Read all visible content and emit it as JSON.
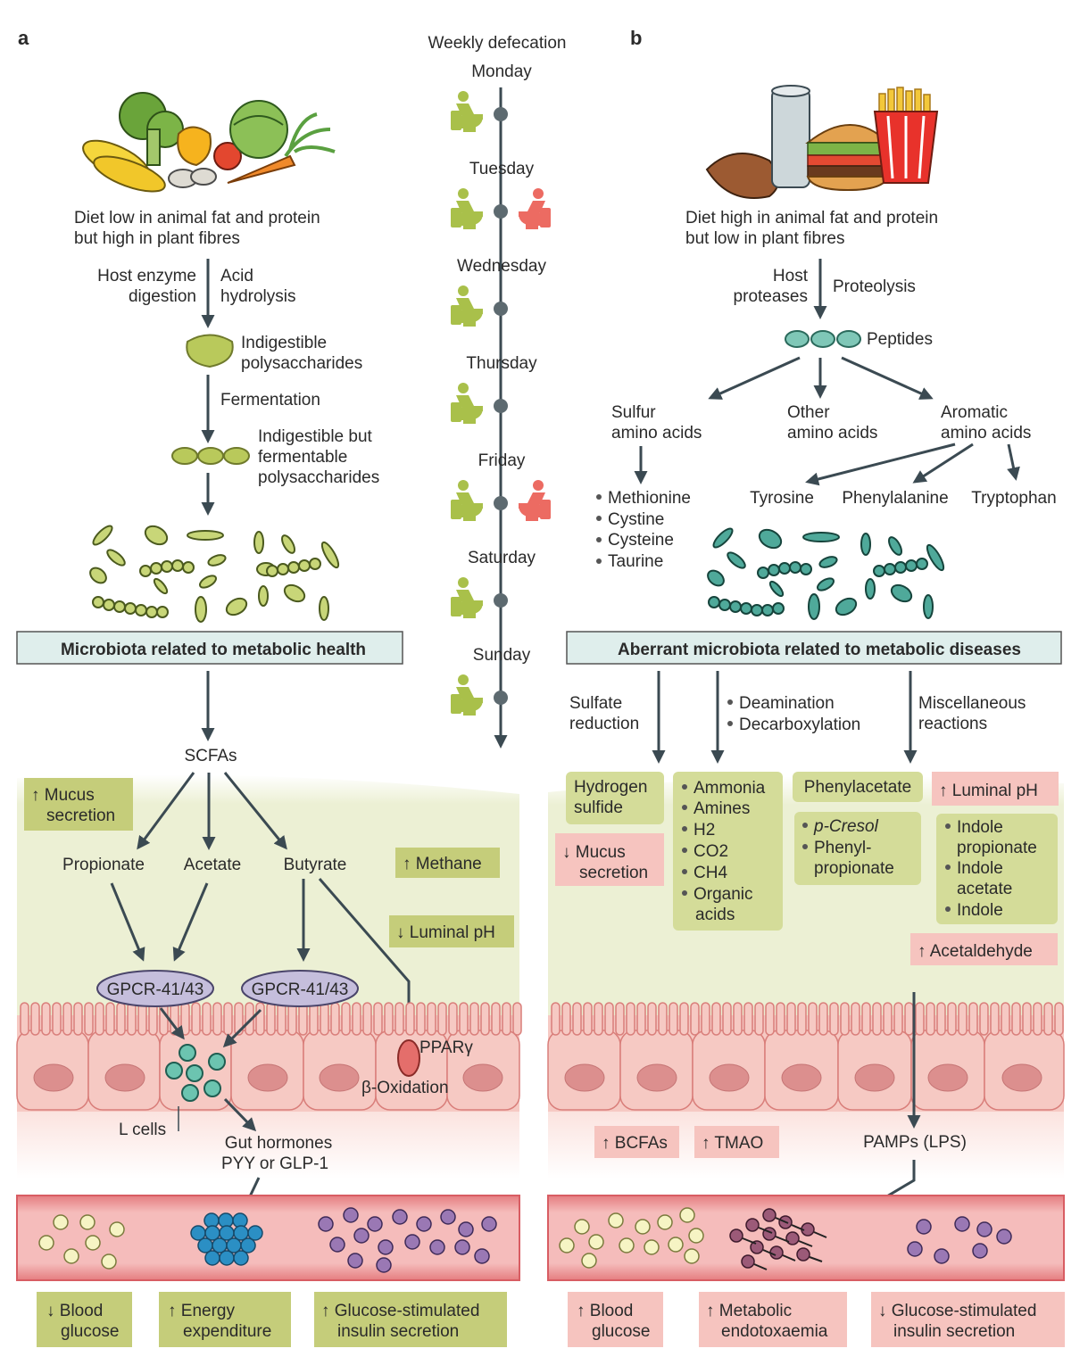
{
  "panels": {
    "a": {
      "letter": "a",
      "diet": [
        "Diet low in animal fat and protein",
        "but high in plant fibres"
      ],
      "arrow1_left": [
        "Host enzyme",
        "digestion"
      ],
      "arrow1_right": [
        "Acid",
        "hydrolysis"
      ],
      "indigestible": [
        "Indigestible",
        "polysaccharides"
      ],
      "fermentation": "Fermentation",
      "fermentable": [
        "Indigestible but",
        "fermentable",
        "polysaccharides"
      ],
      "microbiota_box": "Microbiota related to metabolic health",
      "scfas": "SCFAs",
      "mucus": [
        "↑ Mucus",
        "secretion"
      ],
      "propionate": "Propionate",
      "acetate": "Acetate",
      "butyrate": "Butyrate",
      "methane": "↑ Methane",
      "luminal_ph": "↓ Luminal pH",
      "gpcr_left": "GPCR-41/43",
      "gpcr_right": "GPCR-41/43",
      "ppar": "PPARγ",
      "beta_oxidation": "β-Oxidation",
      "l_cells": "L cells",
      "gut_hormones": [
        "Gut hormones",
        "PYY or GLP-1"
      ],
      "outcomes": [
        [
          "↓ Blood",
          "glucose"
        ],
        [
          "↑ Energy",
          "expenditure"
        ],
        [
          "↑ Glucose-stimulated",
          "insulin secretion"
        ]
      ]
    },
    "timeline": {
      "title": "Weekly defecation",
      "days": [
        "Monday",
        "Tuesday",
        "Wednesday",
        "Thursday",
        "Friday",
        "Saturday",
        "Sunday"
      ]
    },
    "b": {
      "letter": "b",
      "diet": [
        "Diet high in animal fat and protein",
        "but low in plant fibres"
      ],
      "arrow1_left": [
        "Host",
        "proteases"
      ],
      "arrow1_right": "Proteolysis",
      "peptides": "Peptides",
      "sulfur": [
        "Sulfur",
        "amino acids"
      ],
      "other": [
        "Other",
        "amino acids"
      ],
      "aromatic": [
        "Aromatic",
        "amino acids"
      ],
      "sulfur_list": [
        "Methionine",
        "Cystine",
        "Cysteine",
        "Taurine"
      ],
      "tyrosine": "Tyrosine",
      "phenylalanine": "Phenylalanine",
      "tryptophan": "Tryptophan",
      "microbiota_box": "Aberrant microbiota related to metabolic diseases",
      "sulfate": [
        "Sulfate",
        "reduction"
      ],
      "deamination": [
        "Deamination",
        "Decarboxylation"
      ],
      "misc": [
        "Miscellaneous",
        "reactions"
      ],
      "hydrogen_sulfide": [
        "Hydrogen",
        "sulfide"
      ],
      "mucus": [
        "↓ Mucus",
        "secretion"
      ],
      "products": [
        "Ammonia",
        "Amines",
        "H2",
        "CO2",
        "CH4",
        "Organic",
        "acids"
      ],
      "phenylacetate": "Phenylacetate",
      "cresol": [
        "p-Cresol",
        "Phenyl-",
        "propionate"
      ],
      "luminal_ph": "↑ Luminal pH",
      "indoles": [
        "Indole",
        "propionate",
        "Indole",
        "acetate",
        "Indole"
      ],
      "acetaldehyde": "↑ Acetaldehyde",
      "bcfas": "↑ BCFAs",
      "tmao": "↑ TMAO",
      "pamps": "PAMPs (LPS)",
      "outcomes": [
        [
          "↑ Blood",
          "glucose"
        ],
        [
          "↑ Metabolic",
          "endotoxaemia"
        ],
        [
          "↓ Glucose-stimulated",
          "insulin secretion"
        ]
      ]
    }
  },
  "colors": {
    "green_box": "#c5cd7a",
    "pink_box": "#f6c4bf",
    "teal_box": "#dfeeec",
    "lumen": "#ecf0d4",
    "epithelium": "#f6c9c3",
    "blood": "#e8898a",
    "arrow": "#3b4a52",
    "toilet_green": "#a9c04a",
    "toilet_red": "#ec6b62"
  }
}
